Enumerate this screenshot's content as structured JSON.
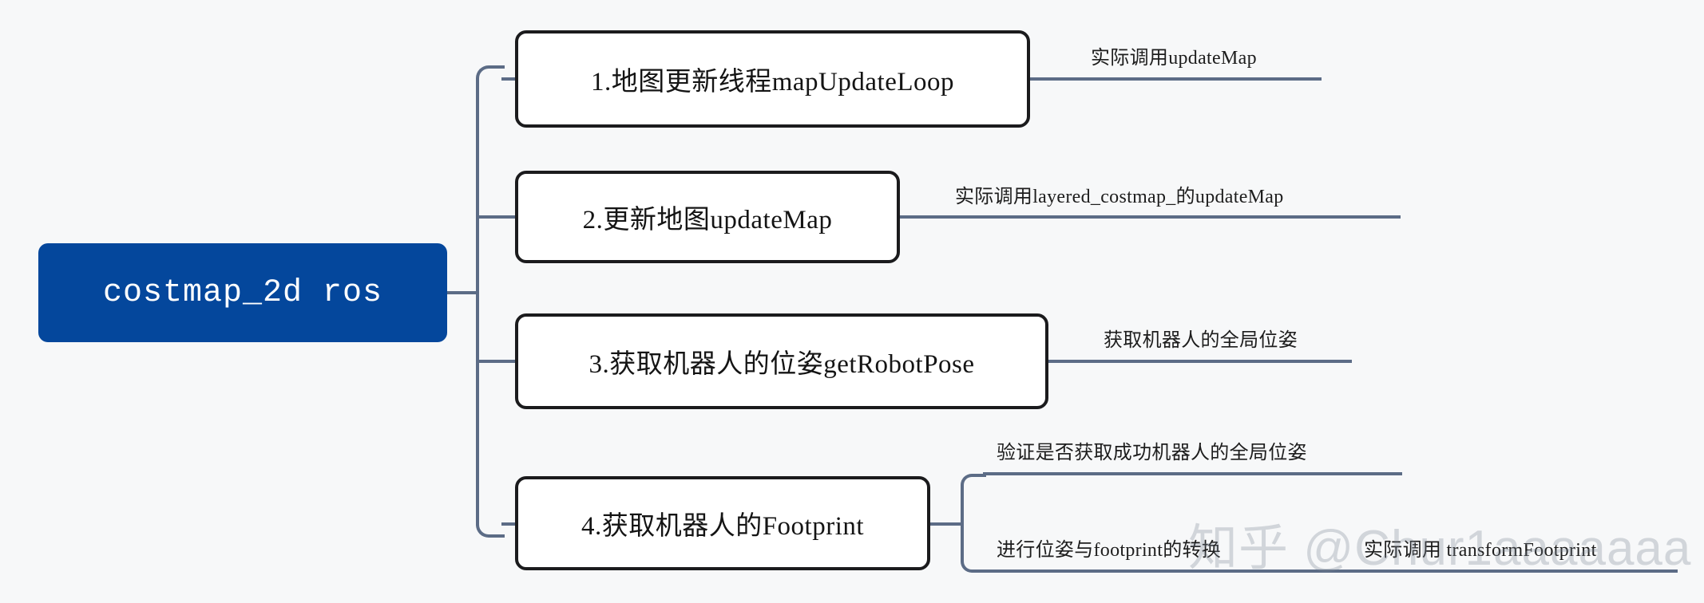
{
  "diagram": {
    "type": "mind-map",
    "background_color": "#f7f8f9",
    "connector_color": "#5c6c86",
    "root": {
      "label": "costmap_2d ros",
      "fill_color": "#04479C",
      "text_color": "#ffffff"
    },
    "branches": [
      {
        "id": "branch-1",
        "label": "1.地图更新线程mapUpdateLoop",
        "annotations": [
          {
            "id": "annotation-1",
            "label": "实际调用updateMap"
          }
        ]
      },
      {
        "id": "branch-2",
        "label": "2.更新地图updateMap",
        "annotations": [
          {
            "id": "annotation-2",
            "label": "实际调用layered_costmap_的updateMap"
          }
        ]
      },
      {
        "id": "branch-3",
        "label": "3.获取机器人的位姿getRobotPose",
        "annotations": [
          {
            "id": "annotation-3",
            "label": "获取机器人的全局位姿"
          }
        ]
      },
      {
        "id": "branch-4",
        "label": "4.获取机器人的Footprint",
        "annotations": [
          {
            "id": "annotation-4a",
            "label": "验证是否获取成功机器人的全局位姿"
          },
          {
            "id": "annotation-4b",
            "label": "进行位姿与footprint的转换"
          },
          {
            "id": "annotation-4c",
            "label": "实际调用 transformFootprint"
          }
        ]
      }
    ],
    "watermark": {
      "label": "知乎 @Chur1aaaaaaa"
    }
  }
}
